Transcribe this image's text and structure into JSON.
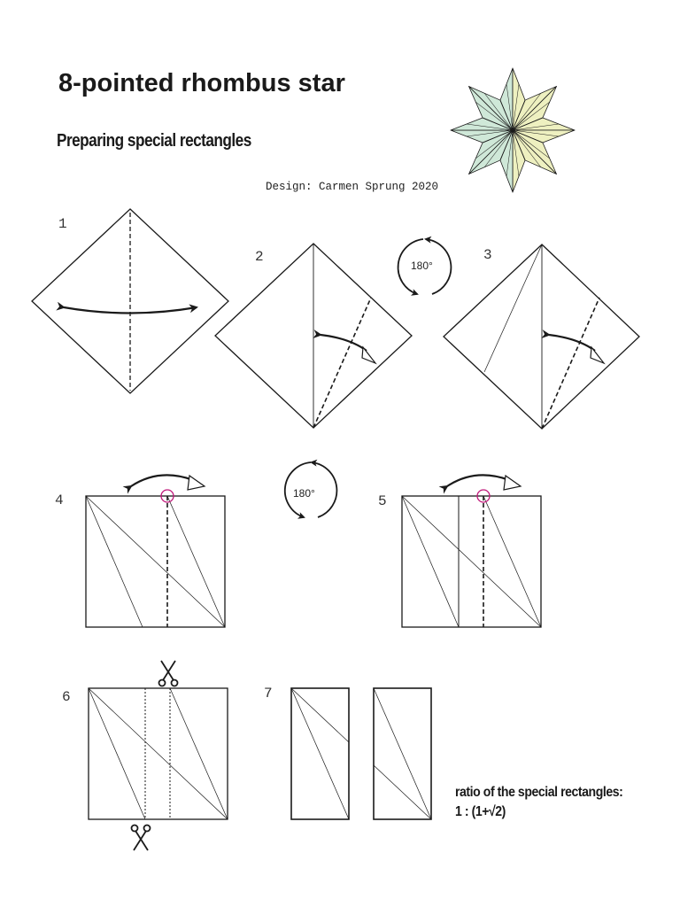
{
  "title": "8-pointed rhombus star",
  "subtitle": "Preparing special rectangles",
  "credit": "Design: Carmen Sprung 2020",
  "steps": [
    "1",
    "2",
    "3",
    "4",
    "5",
    "6",
    "7"
  ],
  "rotation_label": "180°",
  "ratio": {
    "line1": "ratio of the special rectangles:",
    "line2": "1 : (1+√2)"
  },
  "colors": {
    "line": "#1a1a1a",
    "star_green": "#cfe8d8",
    "star_yellow": "#eef0c0",
    "marker": "#c0187a"
  },
  "icons": [
    "star-icon",
    "rotate-180-icon",
    "scissors-icon"
  ]
}
